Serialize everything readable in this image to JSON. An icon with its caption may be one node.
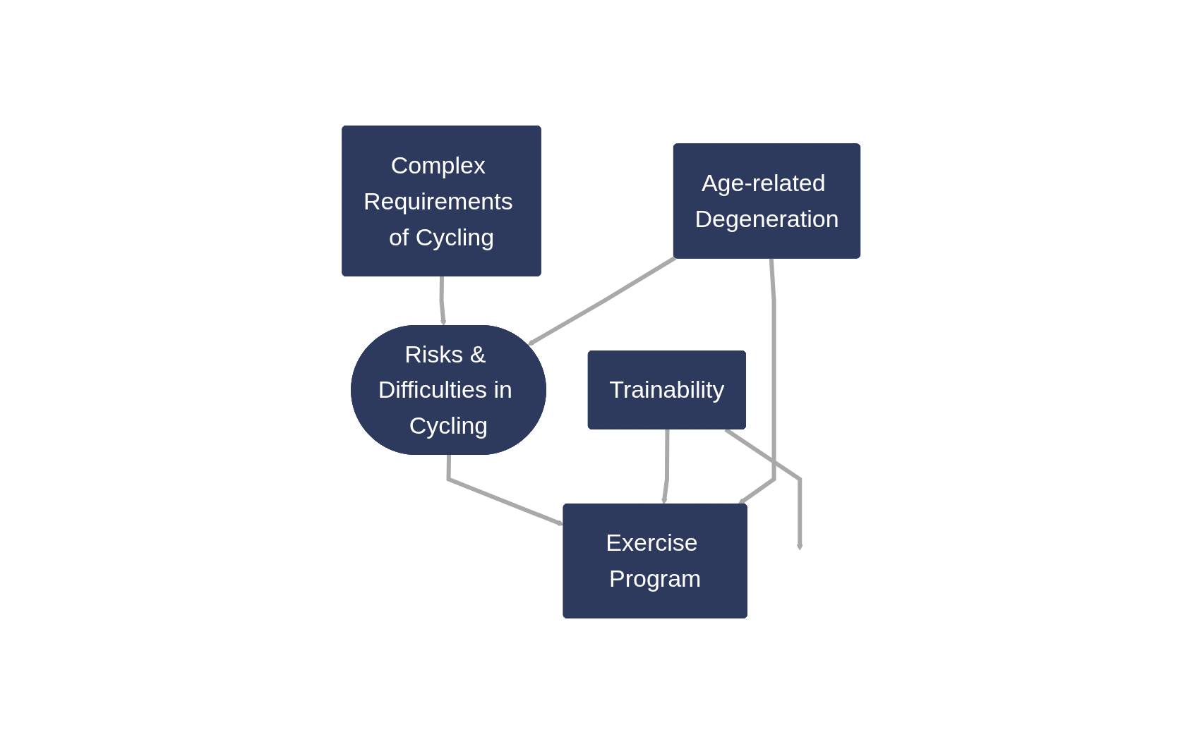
{
  "diagram": {
    "nodes": [
      {
        "text": [
          "Complex Requirements of Cycling"
        ]
      },
      {
        "text": [
          "Age-related Degeneration"
        ]
      },
      {
        "text": [
          "Risks & Difficulties in Cycling"
        ]
      },
      {
        "text": [
          "Trainability"
        ]
      },
      {
        "text": [
          "Exercise Program"
        ]
      }
    ],
    "edges": [
      {
        "from": 0,
        "to": 2,
        "arrow": "to"
      },
      {
        "from": 1,
        "to": 2,
        "arrow": "to"
      },
      {
        "from": 2,
        "to": 4,
        "arrow": "to"
      },
      {
        "from": 3,
        "to": 4,
        "arrow": "to"
      },
      {
        "from": 3,
        "to": null,
        "arrow": "to"
      },
      {
        "from": 1,
        "to": 4,
        "arrow": "to"
      }
    ]
  }
}
